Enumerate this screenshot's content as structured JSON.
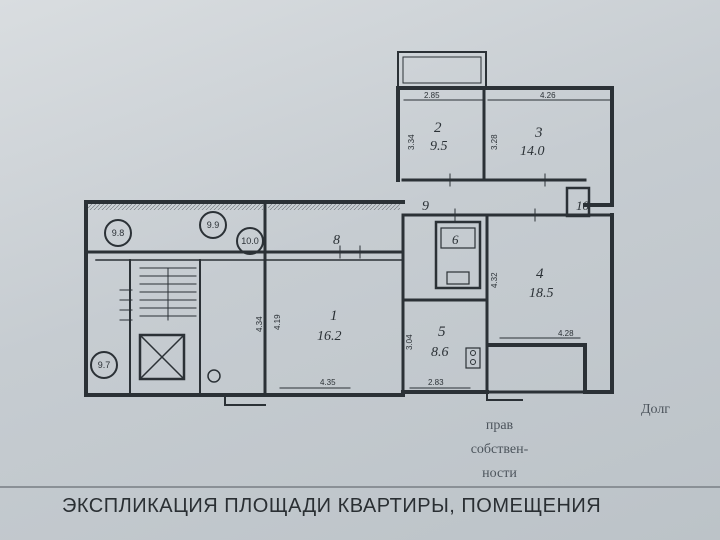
{
  "plan": {
    "rooms": [
      {
        "number": "1",
        "area": "16.2"
      },
      {
        "number": "2",
        "area": "9.5"
      },
      {
        "number": "3",
        "area": "14.0"
      },
      {
        "number": "4",
        "area": "18.5"
      },
      {
        "number": "5",
        "area": "8.6"
      },
      {
        "number": "6",
        "area": ""
      },
      {
        "number": "8",
        "area": ""
      },
      {
        "number": "9",
        "area": ""
      },
      {
        "number": "10",
        "area": ""
      }
    ],
    "circles": [
      "9.8",
      "9.9",
      "10.0",
      "9.7"
    ],
    "dimensions": [
      "2.85",
      "4.26",
      "3.34",
      "3.28",
      "4.34",
      "4.19",
      "4.32",
      "3.04",
      "4.28",
      "4.35",
      "2.83"
    ]
  },
  "side_text": [
    "Долг",
    "прав",
    "собствен-",
    "ности"
  ],
  "caption": "ЭКСПЛИКАЦИЯ ПЛОЩАДИ КВАРТИРЫ, ПОМЕЩЕНИЯ"
}
